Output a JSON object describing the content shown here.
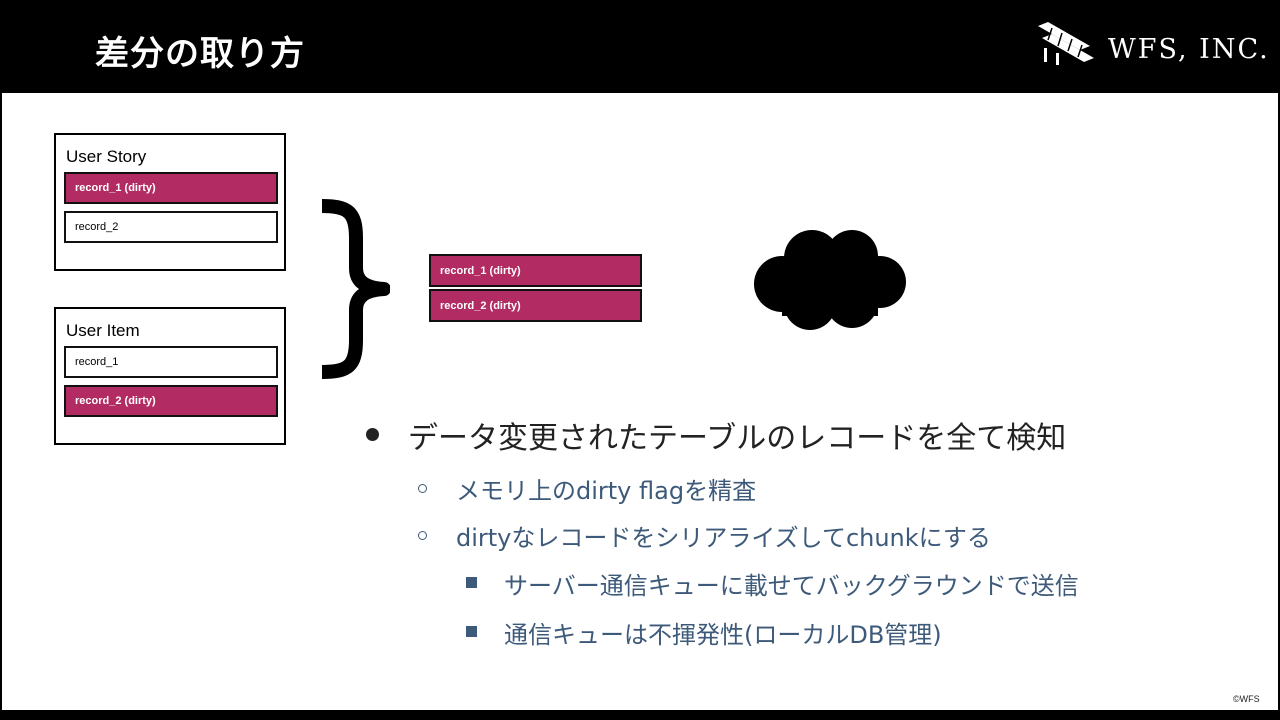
{
  "header": {
    "title": "差分の取り方",
    "logo_text": "WFS, INC."
  },
  "panels": [
    {
      "title": "User Story",
      "records": [
        {
          "label": "record_1 (dirty)",
          "dirty": true
        },
        {
          "label": "record_2",
          "dirty": false
        }
      ]
    },
    {
      "title": "User Item",
      "records": [
        {
          "label": "record_1",
          "dirty": false
        },
        {
          "label": "record_2 (dirty)",
          "dirty": true
        }
      ]
    }
  ],
  "merged_records": [
    "record_1 (dirty)",
    "record_2 (dirty)"
  ],
  "bullets": {
    "main": "データ変更されたテーブルのレコードを全て検知",
    "sub": [
      "メモリ上のdirty flagを精査",
      "dirtyなレコードをシリアライズしてchunkにする"
    ],
    "subsub": [
      "サーバー通信キューに載せてバックグラウンドで送信",
      "通信キューは不揮発性(ローカルDB管理)"
    ]
  },
  "footer": {
    "copyright": "©WFS"
  },
  "colors": {
    "dirty": "#b22c63",
    "sub_text": "#3d5a7a"
  },
  "icons": {
    "logo": "wfs-logo-icon",
    "brace": "curly-brace-icon",
    "cloud": "cloud-icon"
  }
}
